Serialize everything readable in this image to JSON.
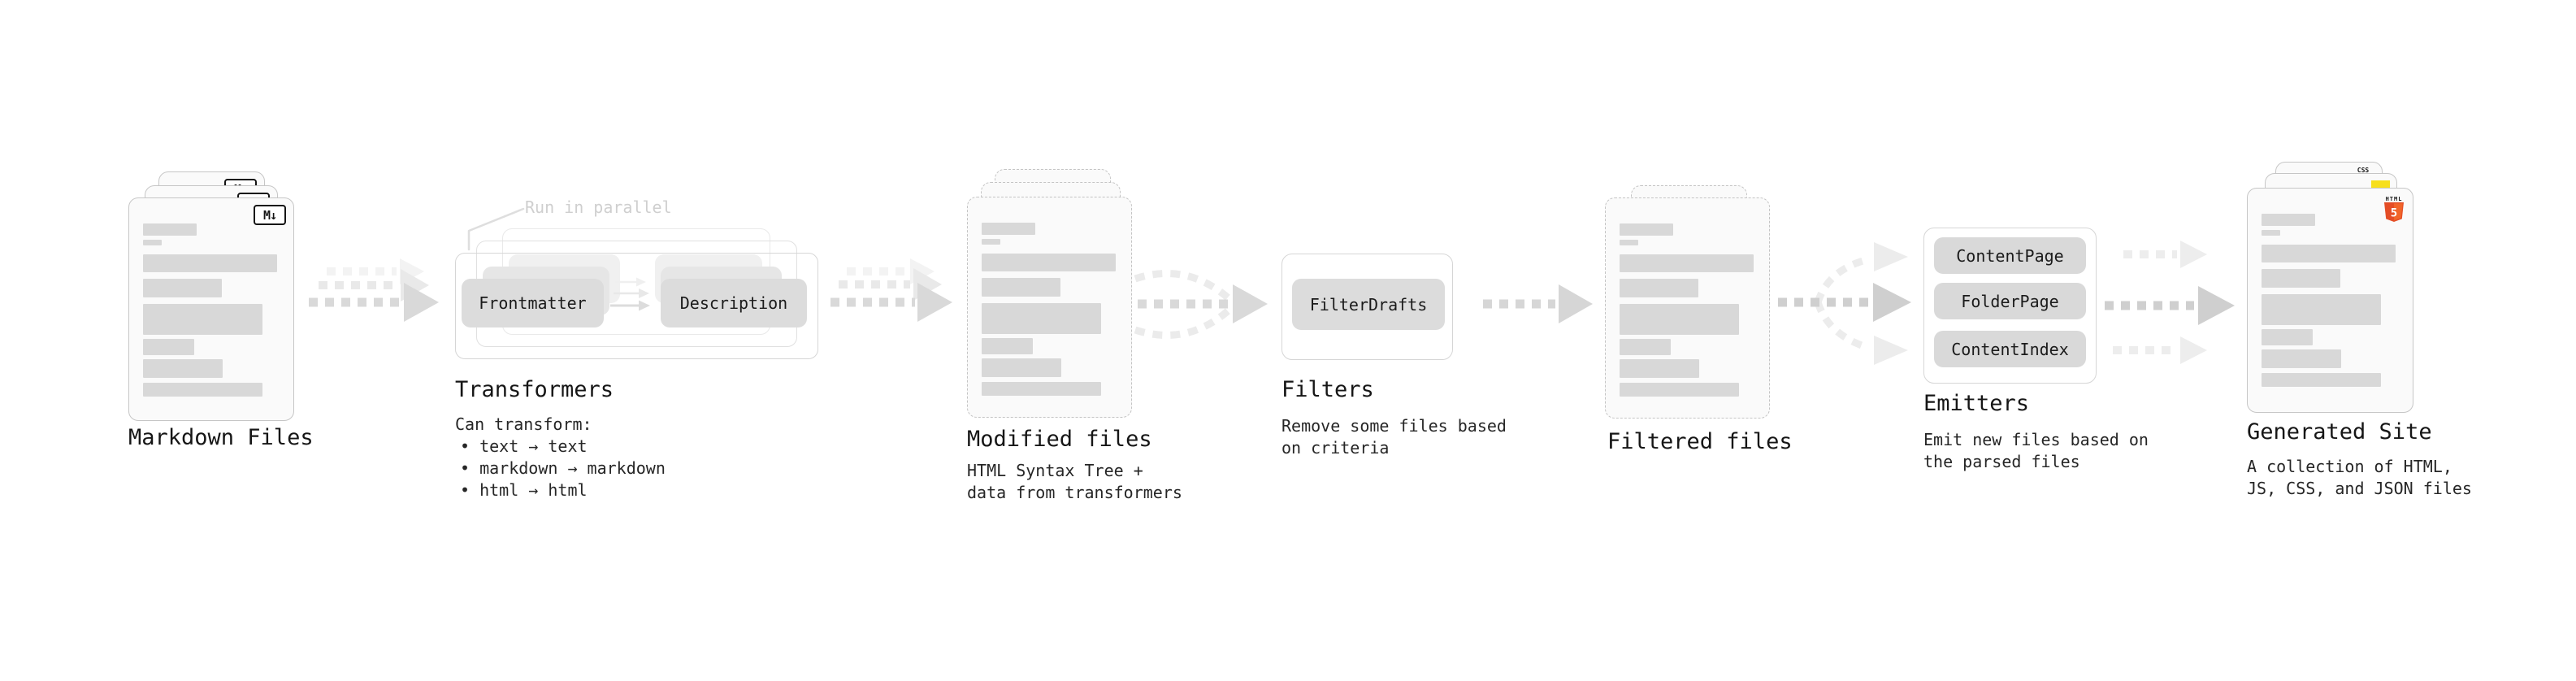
{
  "stages": {
    "markdown_files": {
      "label": "Markdown Files",
      "badge": "M↓"
    },
    "transformers": {
      "label": "Transformers",
      "note": "Run in parallel",
      "pill_frontmatter": "Frontmatter",
      "pill_description": "Description",
      "caption_heading": "Can transform:",
      "caption_items": [
        "• text → text",
        "• markdown → markdown",
        "• html → html"
      ]
    },
    "modified_files": {
      "label": "Modified files",
      "caption_lines": [
        "HTML Syntax Tree +",
        "data from transformers"
      ]
    },
    "filters": {
      "label": "Filters",
      "pill": "FilterDrafts",
      "caption_lines": [
        "Remove some files based",
        "on criteria"
      ]
    },
    "filtered_files": {
      "label": "Filtered files"
    },
    "emitters": {
      "label": "Emitters",
      "pills": [
        "ContentPage",
        "FolderPage",
        "ContentIndex"
      ],
      "caption_lines": [
        "Emit new files based on",
        "the parsed files"
      ]
    },
    "generated_site": {
      "label": "Generated Site",
      "caption_lines": [
        "A collection of HTML,",
        "JS, CSS, and JSON files"
      ],
      "badge_css": "CSS",
      "badge_html_label": "HTML",
      "badge_html_five": "5"
    }
  },
  "colors": {
    "html5_orange": "#e44d26",
    "html5_orange_light": "#f16529",
    "js_yellow": "#f7df1e",
    "css_blue": "#2965f1",
    "arrow_main": "#d7d7d7",
    "arrow_light": "#ececec"
  }
}
